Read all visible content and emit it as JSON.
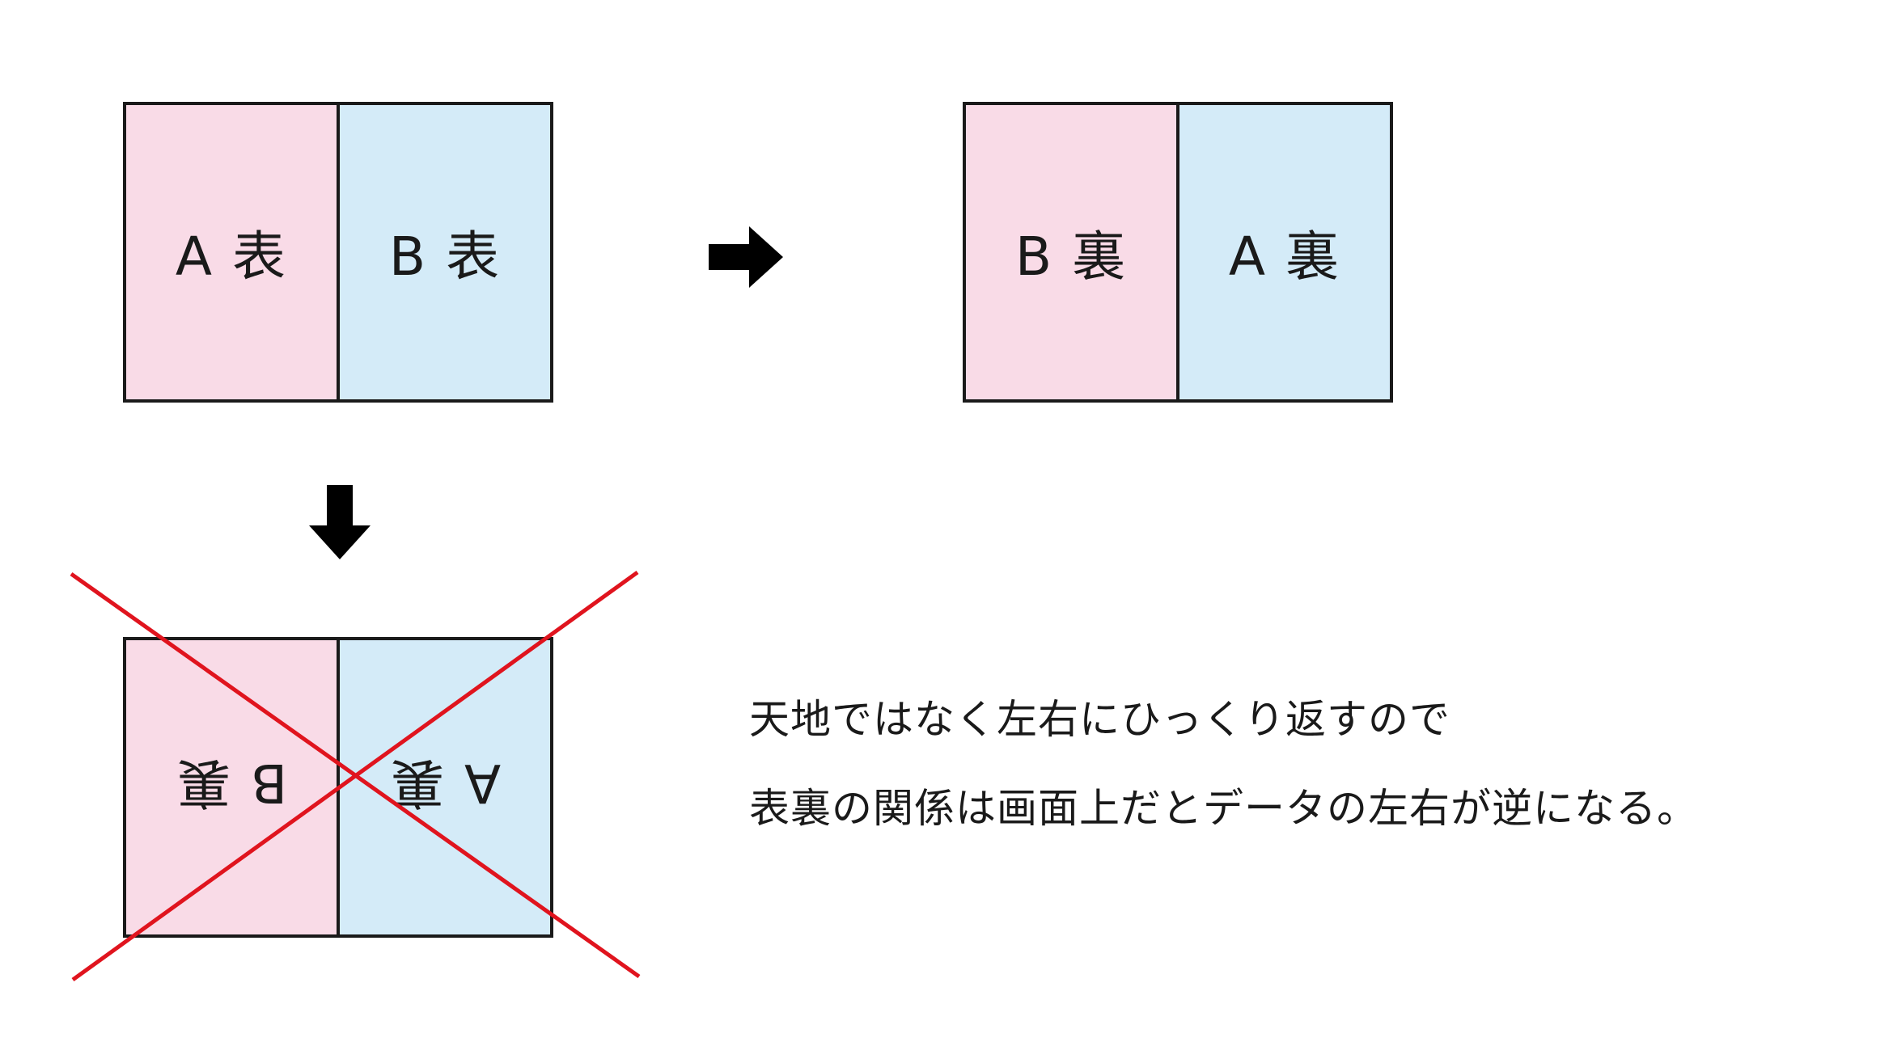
{
  "sheets": {
    "front": {
      "left_label": "A 表",
      "right_label": "B 表"
    },
    "back": {
      "left_label": "B 裏",
      "right_label": "A 裏"
    },
    "wrong": {
      "left_label": "B 裏",
      "right_label": "A 裏",
      "orientation": "rotated 180° (upside-down)"
    }
  },
  "colors": {
    "pink_panel": "#f9dbe7",
    "blue_panel": "#d4ebf8",
    "cross_mark": "#e0141e",
    "outline": "#1a1a1a"
  },
  "icons": {
    "arrow_right": "arrow-right-icon",
    "arrow_down": "arrow-down-icon",
    "cross": "cross-mark-icon"
  },
  "caption": {
    "line1": "天地ではなく左右にひっくり返すので",
    "line2": "表裏の関係は画面上だとデータの左右が逆になる。"
  }
}
